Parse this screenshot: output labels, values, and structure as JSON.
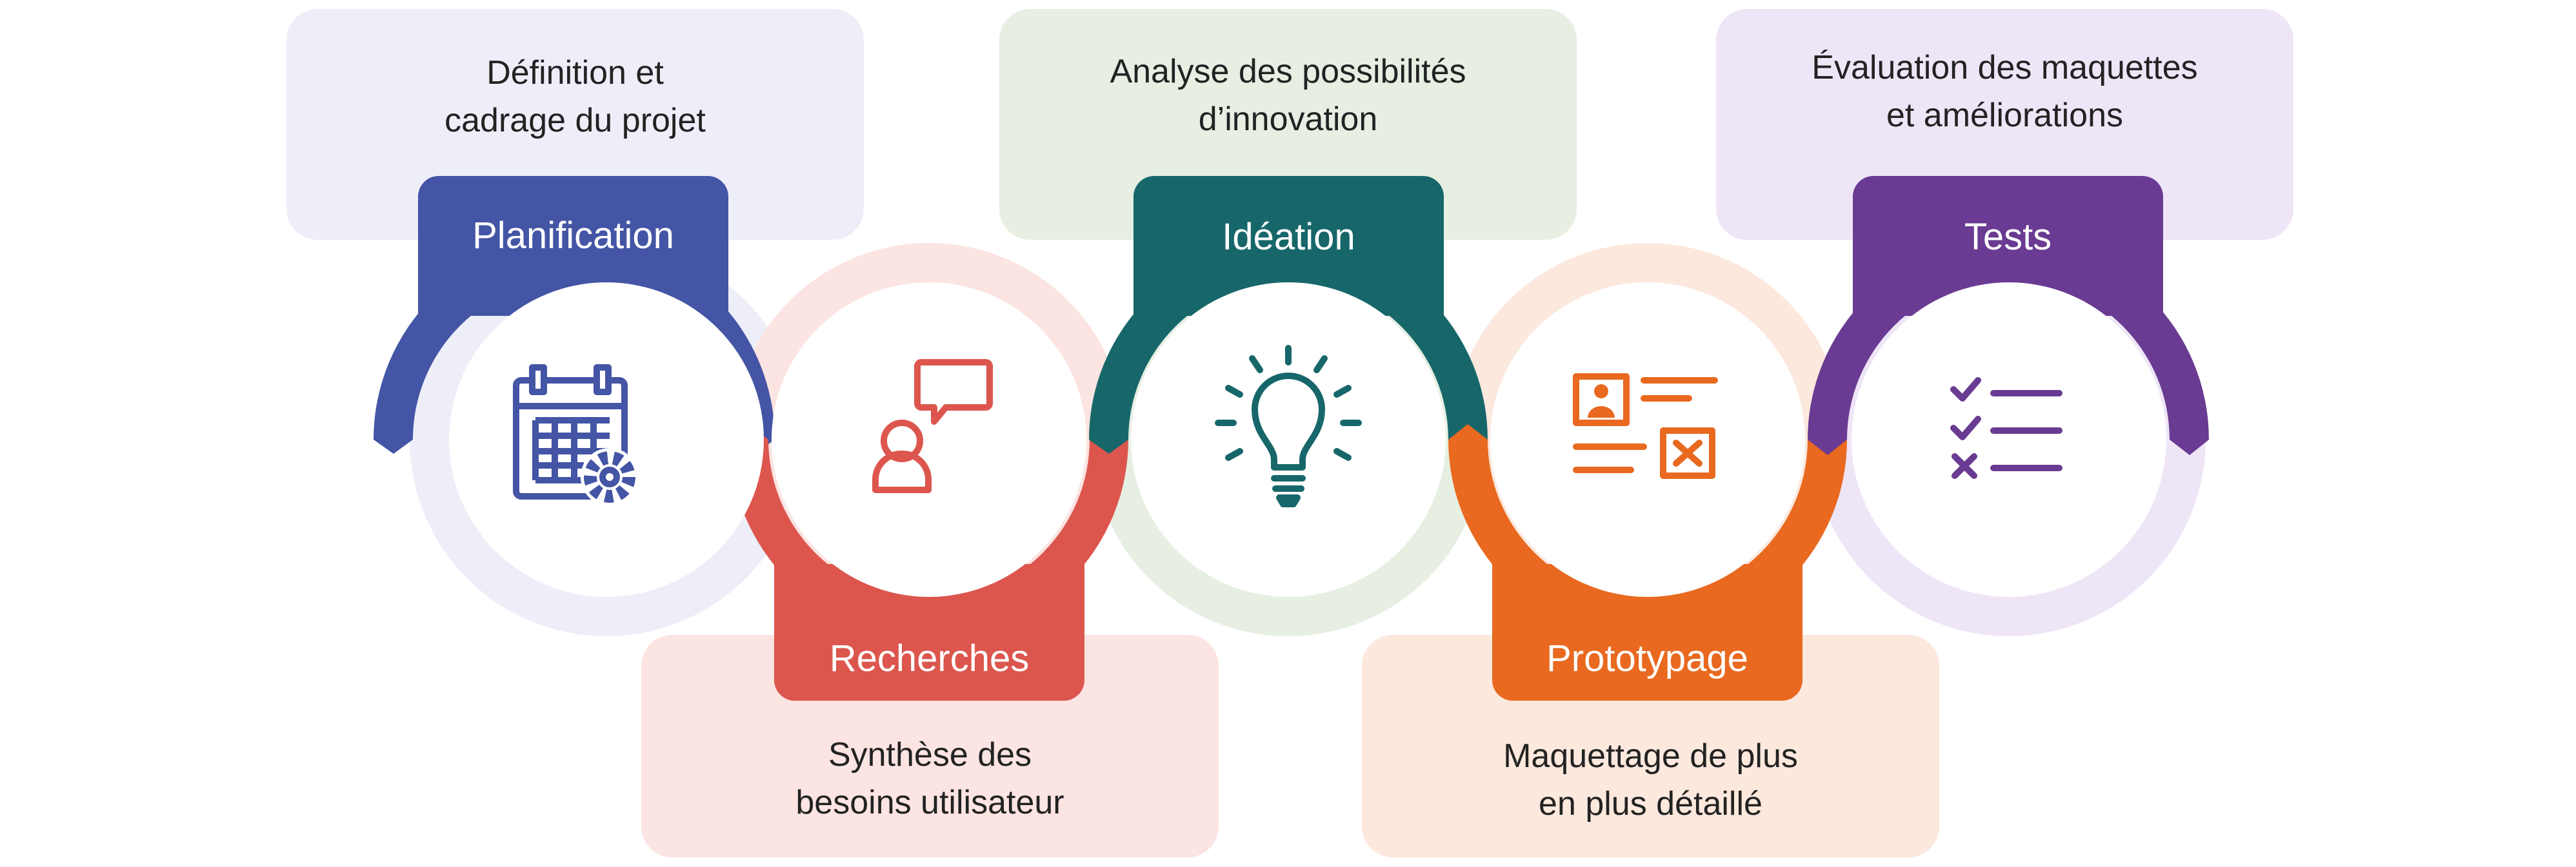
{
  "steps": [
    {
      "label": "Planification",
      "description": "Définition et\ncadrage du projet",
      "icon": "calendar-gear-icon",
      "color": "#4455A5",
      "tint": "#EEEEF9"
    },
    {
      "label": "Recherches",
      "description": "Synthèse des\nbesoins utilisateur",
      "icon": "user-chat-icon",
      "color": "#DC564E",
      "tint": "#FBE4E1"
    },
    {
      "label": "Idéation",
      "description": "Analyse des possibilités\nd’innovation",
      "icon": "lightbulb-icon",
      "color": "#17676A",
      "tint": "#E6EFE2"
    },
    {
      "label": "Prototypage",
      "description": "Maquettage de plus\nen plus détaillé",
      "icon": "wireframe-icon",
      "color": "#E8691F",
      "tint": "#FCE8DD"
    },
    {
      "label": "Tests",
      "description": "Évaluation des maquettes\net améliorations",
      "icon": "checklist-icon",
      "color": "#6A3B92",
      "tint": "#EEE5F7"
    }
  ]
}
